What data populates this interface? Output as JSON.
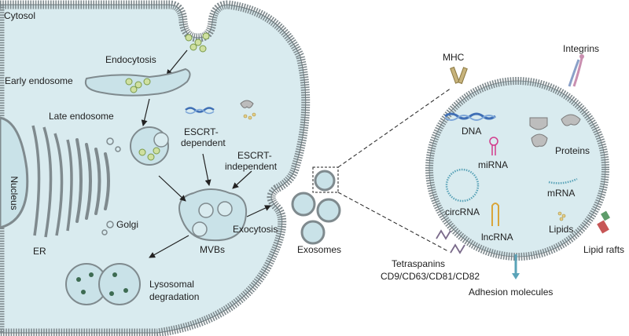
{
  "cell": {
    "cytosol": "Cytosol",
    "endocytosis": "Endocytosis",
    "early_endosome": "Early endosome",
    "late_endosome": "Late endosome",
    "nucleus": "Nucleus",
    "er": "ER",
    "golgi": "Golgi",
    "escrt_dependent": [
      "ESCRT-",
      "dependent"
    ],
    "escrt_independent": [
      "ESCRT-",
      "independent"
    ],
    "mvbs": "MVBs",
    "exocytosis": "Exocytosis",
    "lysosomal_degradation": [
      "Lysosomal",
      "degradation"
    ]
  },
  "exosomes_label": "Exosomes",
  "exosome_detail": {
    "mhc": "MHC",
    "integrins": "Integrins",
    "dna": "DNA",
    "proteins": "Proteins",
    "mirna": "miRNA",
    "mrna": "mRNA",
    "circrna": "circRNA",
    "lncrna": "lncRNA",
    "lipids": "Lipids",
    "lipid_rafts": "Lipid rafts",
    "tetraspanins": [
      "Tetraspanins",
      "CD9/CD63/CD81/CD82"
    ],
    "adhesion_molecules": "Adhesion molecules"
  },
  "colors": {
    "cytoplasm": "#d9ebef",
    "vesicle_fill": "#c9e2e8",
    "membrane": "#7f8a8e",
    "cargo": "#cfe0a0",
    "dna_blue": "#3f6fb5",
    "mirna_pink": "#d23c8c",
    "lncrna_gold": "#d9a53a",
    "integrin_pink": "#c98fb0"
  }
}
